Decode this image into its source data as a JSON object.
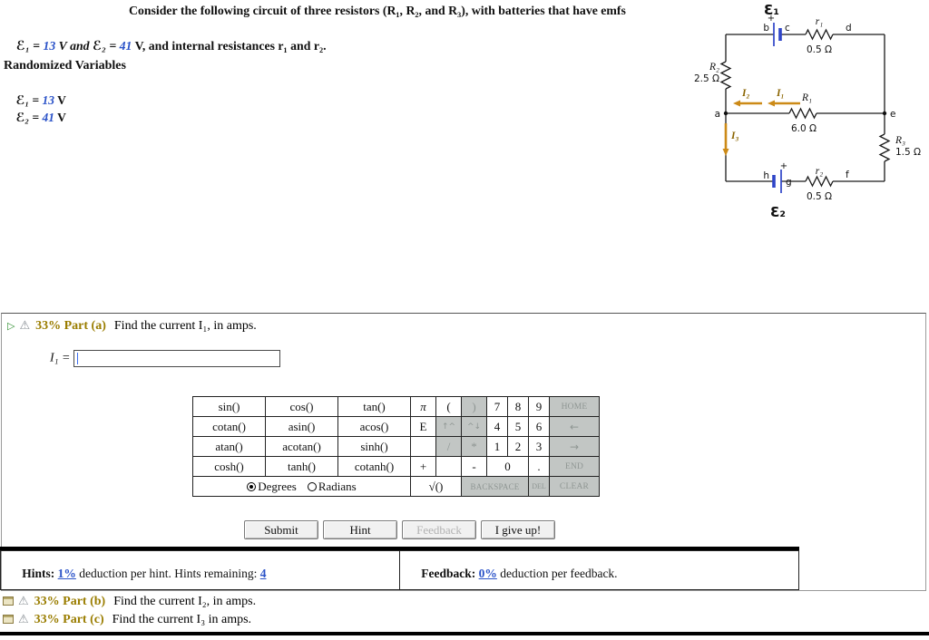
{
  "problem": {
    "title_line": "Consider the following circuit of three resistors (R₁, R₂, and R₃), with batteries that have emfs",
    "stmt_pre": "ℰ₁ = ",
    "stmt_v1": "13",
    "stmt_mid": " V and ℰ₂ = ",
    "stmt_v2": "41",
    "stmt_post": " V, and internal resistances r₁ and r₂.",
    "randomized_heading": "Randomized Variables",
    "var1_pre": "ℰ₁ = ",
    "var1_val": "13",
    "var1_post": " V",
    "var2_pre": "ℰ₂ = ",
    "var2_val": "41",
    "var2_post": " V"
  },
  "circuit": {
    "emf1": "Ɛ₁",
    "emf2": "Ɛ₂",
    "plus1": "+",
    "plus2": "+",
    "node_a": "a",
    "node_b": "b",
    "node_c": "c",
    "node_d": "d",
    "node_e": "e",
    "node_f": "f",
    "node_g": "g",
    "node_h": "h",
    "r1": "r₁",
    "r1_val": "0.5 Ω",
    "r2": "r₂",
    "r2_val": "0.5 Ω",
    "R1": "R₁",
    "R1_val": "6.0 Ω",
    "R2": "R₂",
    "R2_val": "2.5 Ω",
    "R3": "R₃",
    "R3_val": "1.5 Ω",
    "I1": "I₁",
    "I2": "I₂",
    "I3": "I₃"
  },
  "icons": {
    "expand_triangle": "▷",
    "warning": "⚠",
    "back_arrow": "←",
    "fwd_arrow": "→"
  },
  "part_a": {
    "badge": "33% Part (a)",
    "question": "Find the current I₁, in amps.",
    "input_label": "I₁ = ",
    "input_value": ""
  },
  "keypad": {
    "sin": "sin()",
    "cos": "cos()",
    "tan": "tan()",
    "pi": "π",
    "lparen": "(",
    "rparen": ")",
    "k7": "7",
    "k8": "8",
    "k9": "9",
    "home": "HOME",
    "cotan": "cotan()",
    "asin": "asin()",
    "acos": "acos()",
    "e_key": "E",
    "sup_key": "↑^",
    "sub_key": "^↓",
    "k4": "4",
    "k5": "5",
    "k6": "6",
    "atan": "atan()",
    "acotan": "acotan()",
    "sinh": "sinh()",
    "div": "/",
    "mul": "*",
    "k1": "1",
    "k2": "2",
    "k3": "3",
    "cosh": "cosh()",
    "tanh": "tanh()",
    "cotanh": "cotanh()",
    "plus": "+",
    "minus": "-",
    "k0": "0",
    "dot": ".",
    "end": "END",
    "degrees": "Degrees",
    "radians": "Radians",
    "sqrt": "√()",
    "backspace": "BACKSPACE",
    "del": "DEL",
    "clear": "CLEAR"
  },
  "buttons": {
    "submit": "Submit",
    "hint": "Hint",
    "feedback": "Feedback",
    "giveup": "I give up!"
  },
  "meta": {
    "hints_label": "Hints:",
    "hints_pct": "1%",
    "hints_text": " deduction per hint. Hints remaining: ",
    "hints_remaining": "4",
    "fb_label": "Feedback:",
    "fb_pct": "0%",
    "fb_text": " deduction per feedback."
  },
  "part_b": {
    "badge": "33% Part (b)",
    "question": "Find the current I₂, in amps."
  },
  "part_c": {
    "badge": "33% Part (c)",
    "question": "Find the current I₃ in amps."
  }
}
